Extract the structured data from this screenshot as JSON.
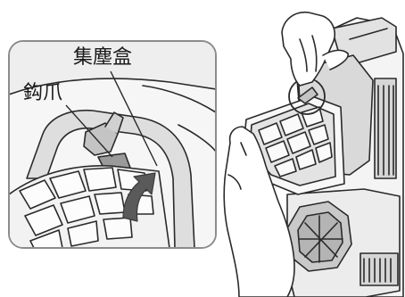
{
  "labels": {
    "dust_box": "集塵盒",
    "hook": "鈎爪"
  },
  "colors": {
    "line": "#2a2a2a",
    "fill_light": "#f4f4f4",
    "fill_mid": "#d6d6d6",
    "fill_dark": "#9a9a9a",
    "inset_background": "#ebebeb",
    "inset_border": "#8c8c8c",
    "arrow": "#5a5a5a",
    "page_background": "#ffffff"
  },
  "icons": {
    "rotation_arrow": "curved-arrow-up-right",
    "detail_marker": "circle"
  }
}
